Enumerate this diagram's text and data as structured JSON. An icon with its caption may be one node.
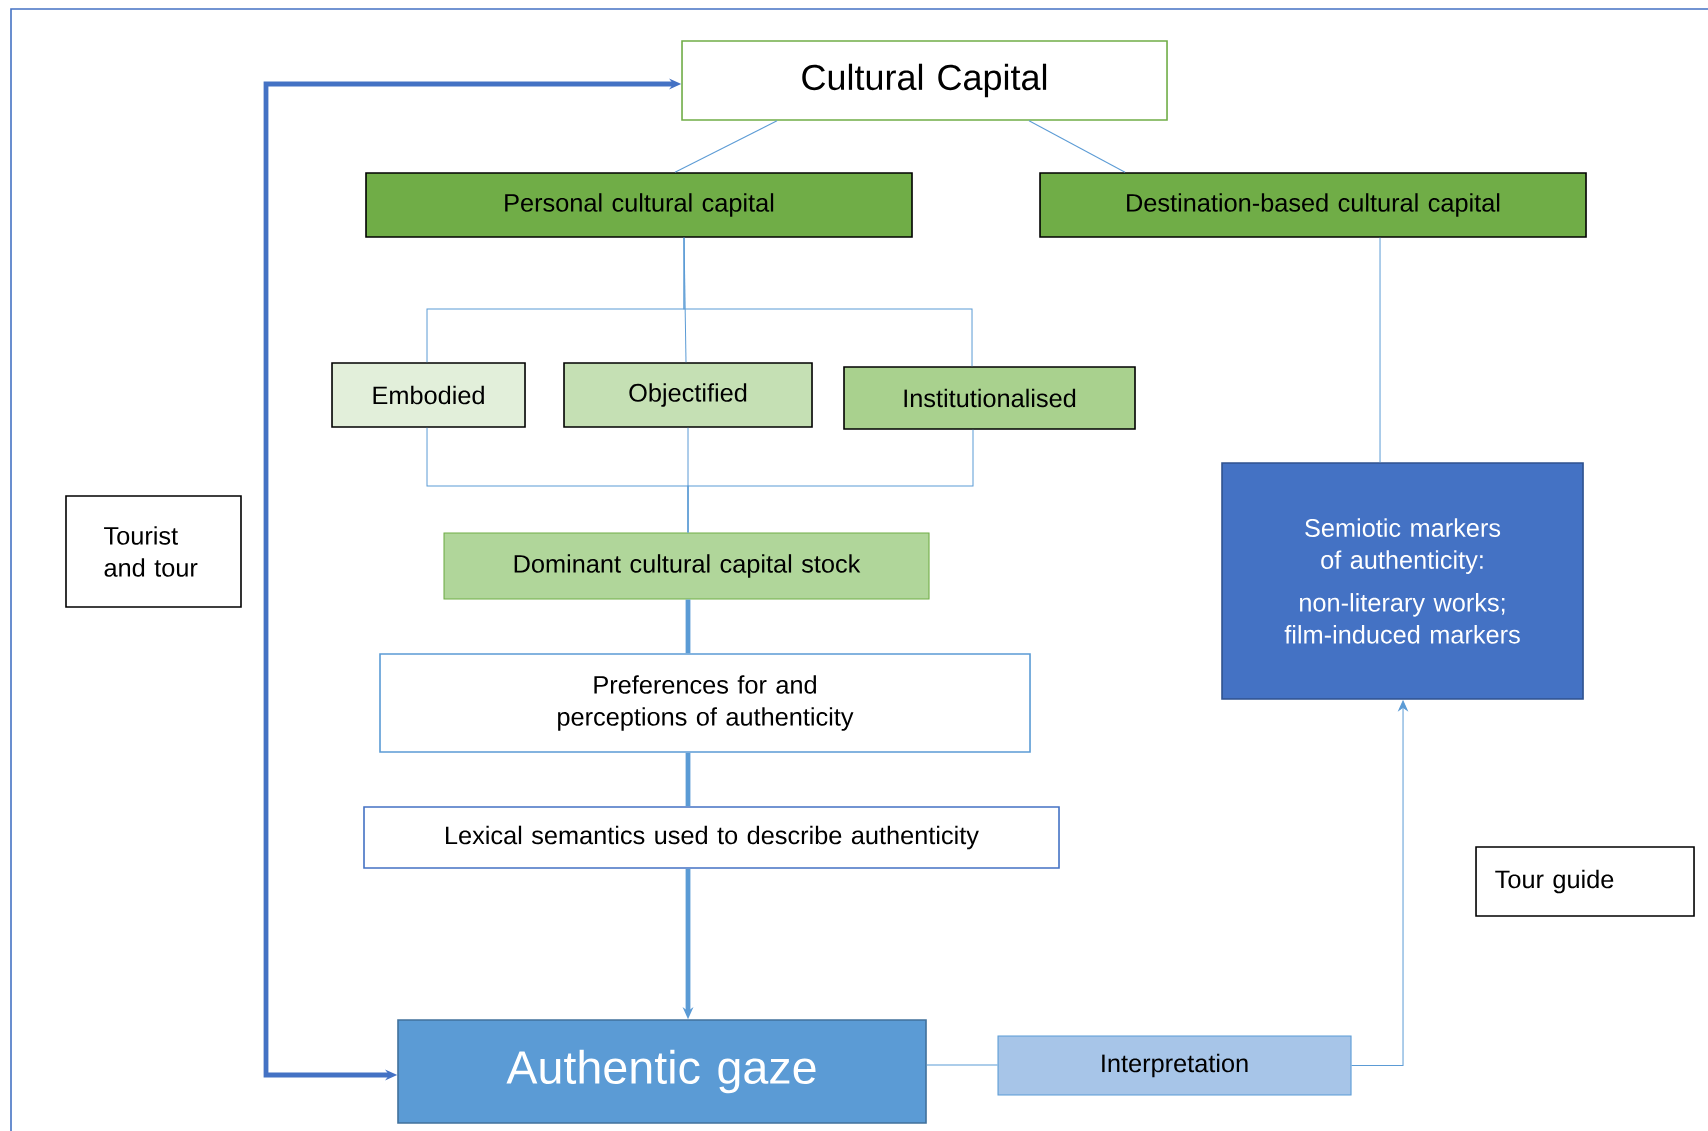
{
  "diagram": {
    "nodes": [
      {
        "text": [
          "Cultural Capital"
        ]
      },
      {
        "text": [
          "Personal cultural capital"
        ]
      },
      {
        "text": [
          "Destination-based cultural capital"
        ]
      },
      {
        "text": [
          "Embodied"
        ]
      },
      {
        "text": [
          "Objectified"
        ]
      },
      {
        "text": [
          "Institutionalised"
        ]
      },
      {
        "text": [
          "Tourist and tour"
        ]
      },
      {
        "text": [
          "Dominant cultural capital stock"
        ]
      },
      {
        "text": [
          "Semiotic markers of authenticity:",
          "non-literary works; film-induced markers"
        ]
      },
      {
        "text": [
          "Preferences for and perceptions of authenticity"
        ]
      },
      {
        "text": [
          "Lexical semantics used to describe authenticity"
        ]
      },
      {
        "text": [
          "Tour guide"
        ]
      },
      {
        "text": [
          "Authentic gaze"
        ]
      },
      {
        "text": [
          "Interpretation"
        ]
      }
    ],
    "edges": [
      {
        "from": 0,
        "to": 1,
        "arrow": "none"
      },
      {
        "from": 0,
        "to": 2,
        "arrow": "none"
      },
      {
        "from": 1,
        "to": 3,
        "arrow": "none"
      },
      {
        "from": 1,
        "to": 4,
        "arrow": "none"
      },
      {
        "from": 1,
        "to": 5,
        "arrow": "none"
      },
      {
        "from": 3,
        "to": 7,
        "arrow": "none"
      },
      {
        "from": 4,
        "to": 7,
        "arrow": "none"
      },
      {
        "from": 5,
        "to": 7,
        "arrow": "none"
      },
      {
        "from": 2,
        "to": 8,
        "arrow": "none"
      },
      {
        "from": 7,
        "to": 9,
        "arrow": "none",
        "style": "thick"
      },
      {
        "from": 9,
        "to": 10,
        "arrow": "none",
        "style": "thick"
      },
      {
        "from": 10,
        "to": 12,
        "arrow": "to",
        "style": "thick"
      },
      {
        "from": 0,
        "to": 12,
        "arrow": "both",
        "style": "thick",
        "color": "#4472c4"
      },
      {
        "from": 12,
        "to": 13,
        "arrow": "none"
      },
      {
        "from": 13,
        "to": 8,
        "arrow": "to"
      }
    ]
  }
}
